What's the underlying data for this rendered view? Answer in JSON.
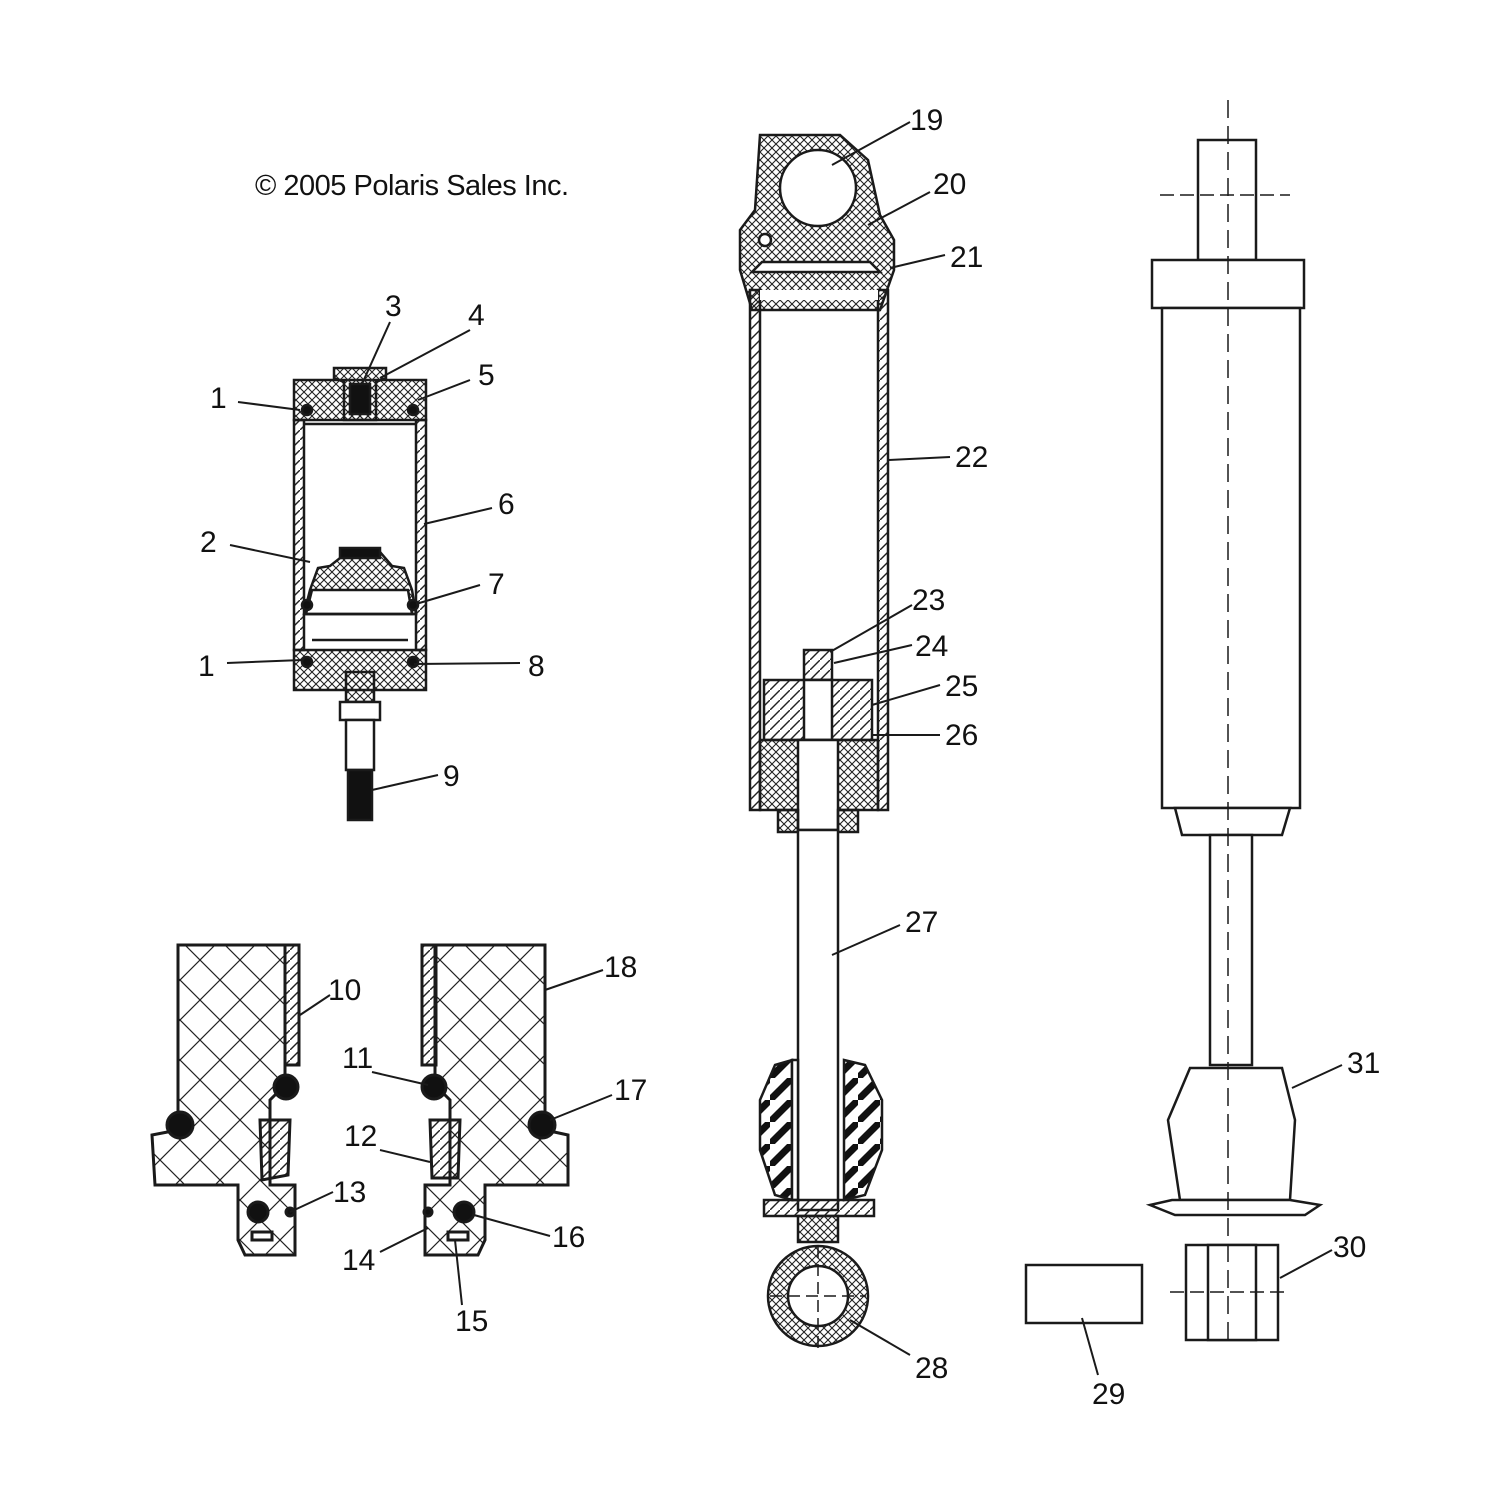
{
  "copyright": "© 2005 Polaris Sales Inc.",
  "callouts": [
    "1",
    "1",
    "2",
    "3",
    "4",
    "5",
    "6",
    "7",
    "8",
    "9",
    "10",
    "11",
    "12",
    "13",
    "14",
    "15",
    "16",
    "17",
    "18",
    "19",
    "20",
    "21",
    "22",
    "23",
    "24",
    "25",
    "26",
    "27",
    "28",
    "29",
    "30",
    "31"
  ],
  "colors": {
    "ink": "#1a1a1a",
    "paper": "#ffffff",
    "fill": "#f4f4f4"
  }
}
